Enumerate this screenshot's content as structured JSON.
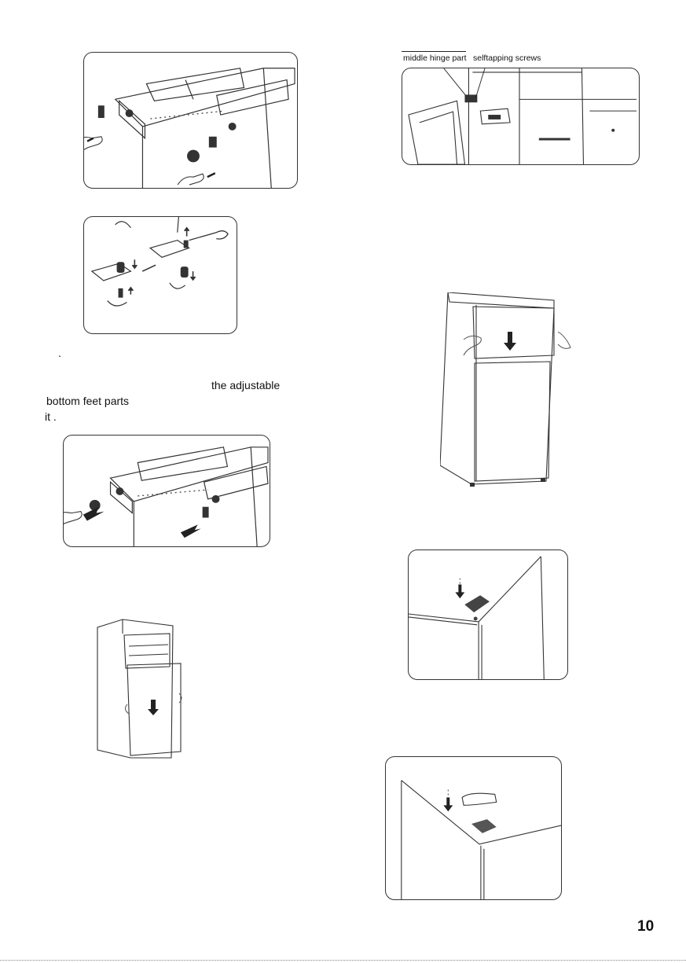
{
  "labels": {
    "middle_hinge": "middle hinge part",
    "selftapping": "selftapping screws"
  },
  "text": {
    "dot": ".",
    "adjustable": "the adjustable",
    "bottom_feet": "bottom feet parts",
    "it": "it ."
  },
  "page_number": "10",
  "icons": {
    "arrow": "down-arrow-icon",
    "hand": "hand-icon",
    "wrench": "wrench-icon"
  },
  "colors": {
    "line": "#333333",
    "panel_border": "#333333",
    "background": "#ffffff"
  }
}
